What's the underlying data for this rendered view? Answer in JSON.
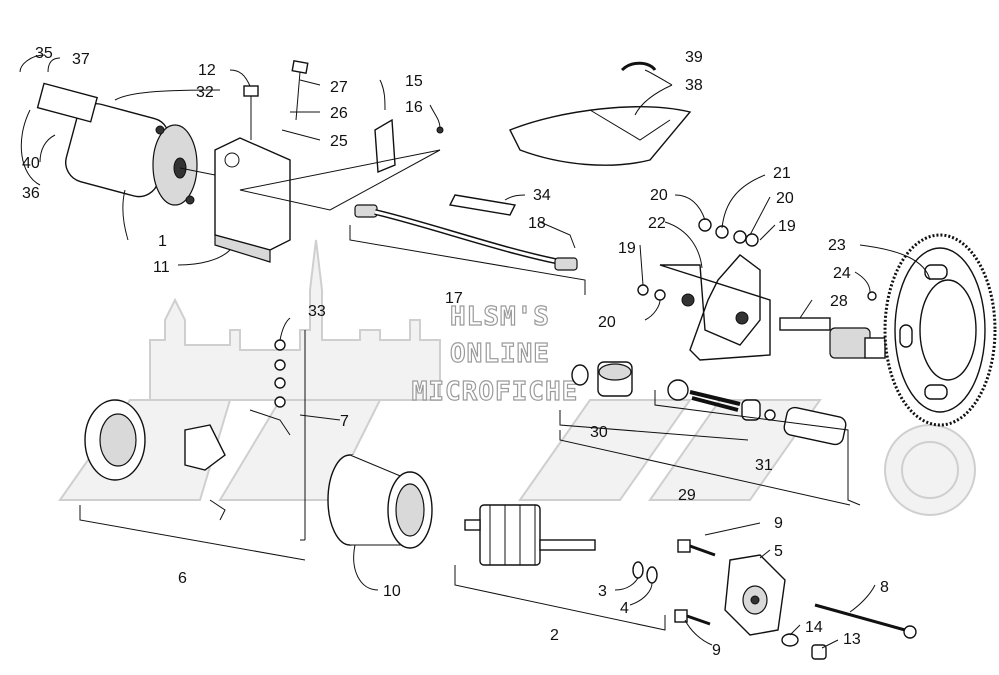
{
  "watermark": {
    "line1": "HLSM'S",
    "line2": "ONLINE",
    "line3": "MICROFICHE"
  },
  "callouts": [
    "1",
    "2",
    "3",
    "4",
    "5",
    "6",
    "7",
    "8",
    "9",
    "9",
    "10",
    "11",
    "12",
    "13",
    "14",
    "15",
    "16",
    "17",
    "18",
    "19",
    "19",
    "20",
    "20",
    "20",
    "21",
    "22",
    "23",
    "24",
    "25",
    "26",
    "27",
    "28",
    "29",
    "30",
    "31",
    "32",
    "33",
    "34",
    "35",
    "36",
    "37",
    "38",
    "39",
    "40"
  ]
}
